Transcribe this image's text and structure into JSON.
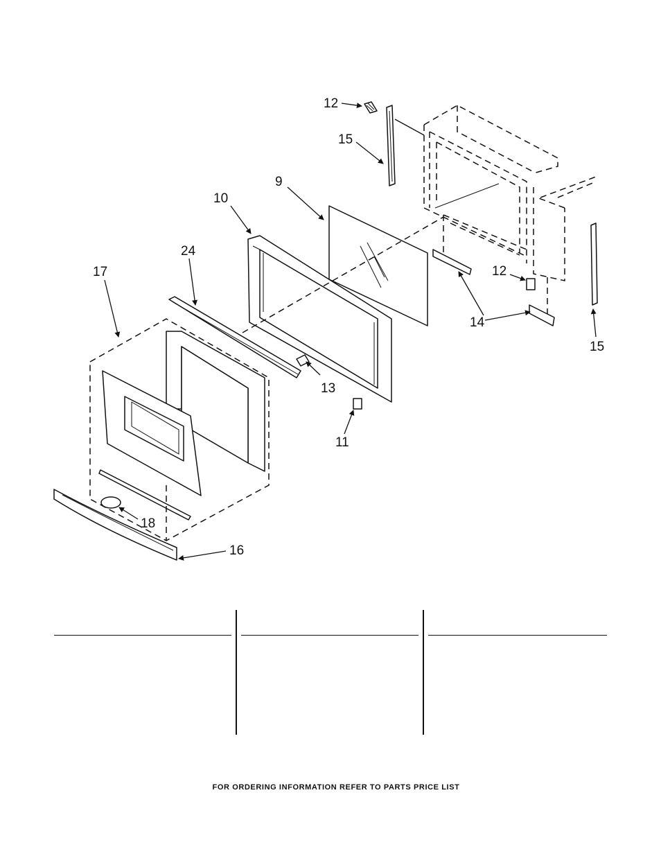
{
  "callouts": {
    "c12a": "12",
    "c15a": "15",
    "c9": "9",
    "c10": "10",
    "c24": "24",
    "c17": "17",
    "c12b": "12",
    "c14": "14",
    "c15b": "15",
    "c13": "13",
    "c11": "11",
    "c18": "18",
    "c16": "16"
  },
  "footer": {
    "text": "FOR ORDERING INFORMATION REFER TO PARTS PRICE LIST"
  }
}
